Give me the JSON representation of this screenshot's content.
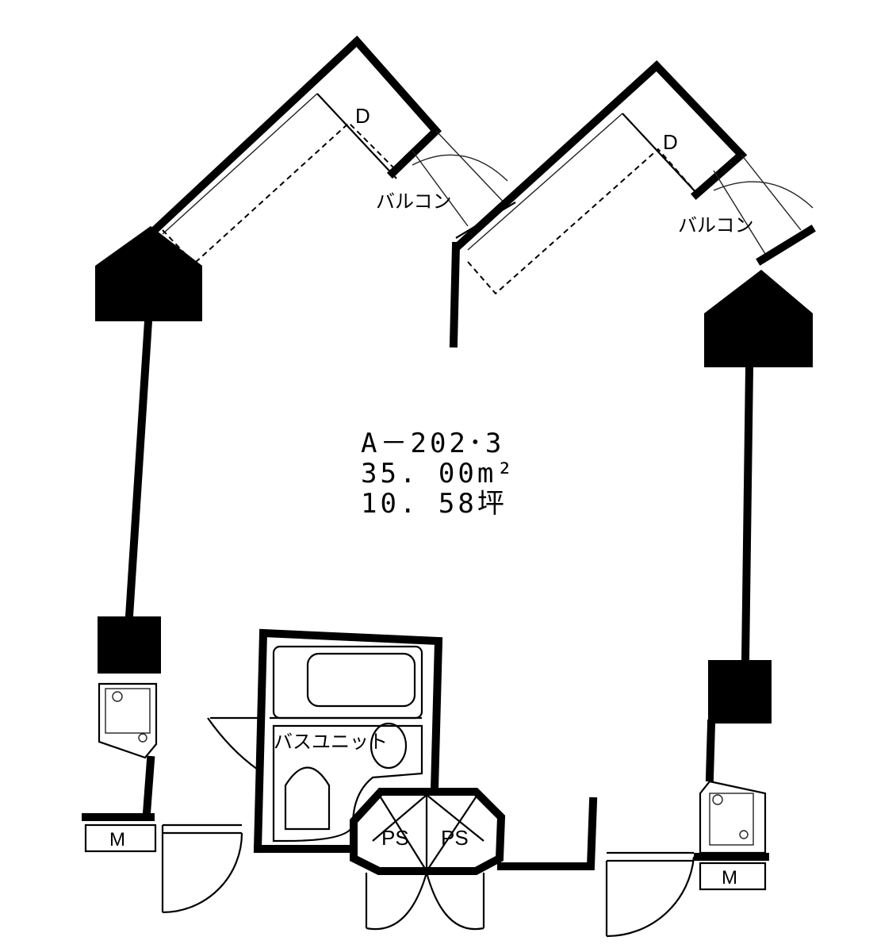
{
  "plan": {
    "unit_name": "A－202･3",
    "area_m2": "35. 00m²",
    "area_tsubo": "10. 58坪"
  },
  "labels": {
    "balcony_left": "バルコン",
    "balcony_right": "バルコン",
    "drain_left": "D",
    "drain_right": "D",
    "bath_unit": "バスユニット",
    "ps_left": "PS",
    "ps_right": "PS",
    "meter_left": "M",
    "meter_right": "M"
  },
  "colors": {
    "ink": "#000000",
    "paper": "#ffffff"
  }
}
